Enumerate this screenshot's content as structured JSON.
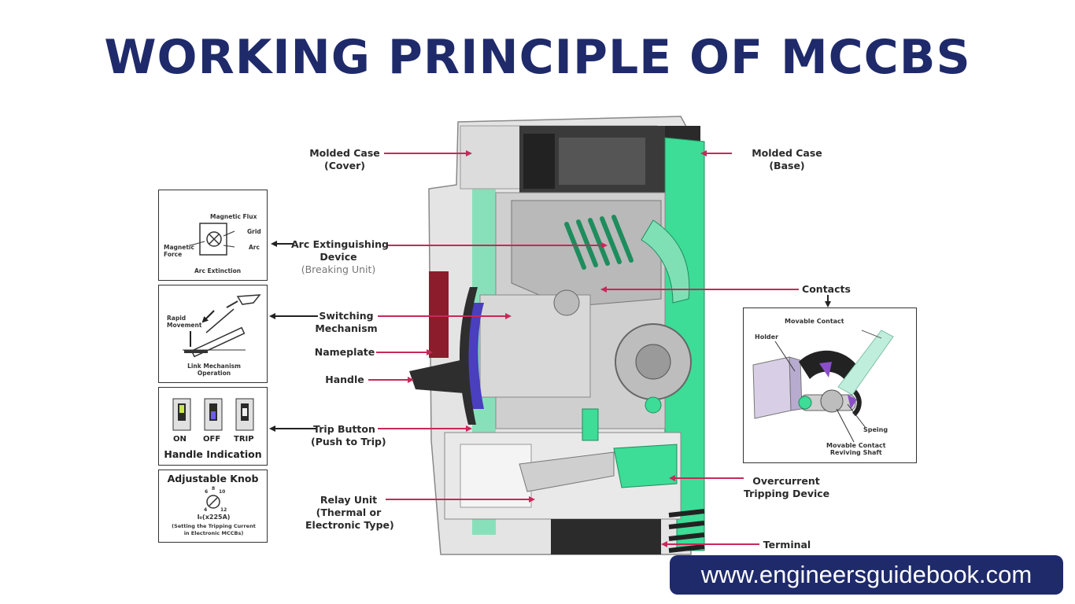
{
  "title": "WORKING PRINCIPLE OF MCCBS",
  "labels": {
    "molded_case_cover": {
      "line1": "Molded Case",
      "line2": "(Cover)"
    },
    "molded_case_base": {
      "line1": "Molded Case",
      "line2": "(Base)"
    },
    "arc_extinguishing": {
      "line1": "Arc Extinguishing",
      "line2": "Device",
      "line3": "(Breaking Unit)"
    },
    "contacts": "Contacts",
    "switching_mechanism": {
      "line1": "Switching",
      "line2": "Mechanism"
    },
    "nameplate": "Nameplate",
    "handle": "Handle",
    "trip_button": {
      "line1": "Trip Button",
      "line2": "(Push to Trip)"
    },
    "relay_unit": {
      "line1": "Relay Unit",
      "line2": "(Thermal or",
      "line3": "Electronic Type)"
    },
    "overcurrent": {
      "line1": "Overcurrent",
      "line2": "Tripping Device"
    },
    "terminal": "Terminal"
  },
  "panels": {
    "arc": {
      "flux": "Magnetic Flux",
      "grid": "Grid",
      "force1": "Magnetic",
      "force2": "Force",
      "arc": "Arc",
      "caption": "Arc Extinction"
    },
    "link": {
      "rapid1": "Rapid",
      "rapid2": "Movement",
      "cap1": "Link Mechanism",
      "cap2": "Operation"
    },
    "handle": {
      "on": "ON",
      "off": "OFF",
      "trip": "TRIP",
      "caption": "Handle Indication"
    },
    "knob": {
      "title": "Adjustable Knob",
      "setting": "I₀(x225A)",
      "note1": "(Setting the Tripping Current",
      "note2": "in Electronic MCCBs)",
      "t6": "6",
      "t8": "8",
      "t10": "10",
      "t12": "12",
      "t4": "4"
    },
    "contact": {
      "movable": "Movable Contact",
      "holder": "Holder",
      "spring": "Speing",
      "shaft1": "Movable Contact",
      "shaft2": "Reviving Shaft"
    }
  },
  "footer_url": "www.engineersguidebook.com",
  "colors": {
    "title": "#1f2a6b",
    "arrow": "#c8285a",
    "mint": "#3ddc97",
    "gray": "#c9c9c9",
    "dark": "#2b2b2b",
    "pill": "#1f2a6b"
  }
}
